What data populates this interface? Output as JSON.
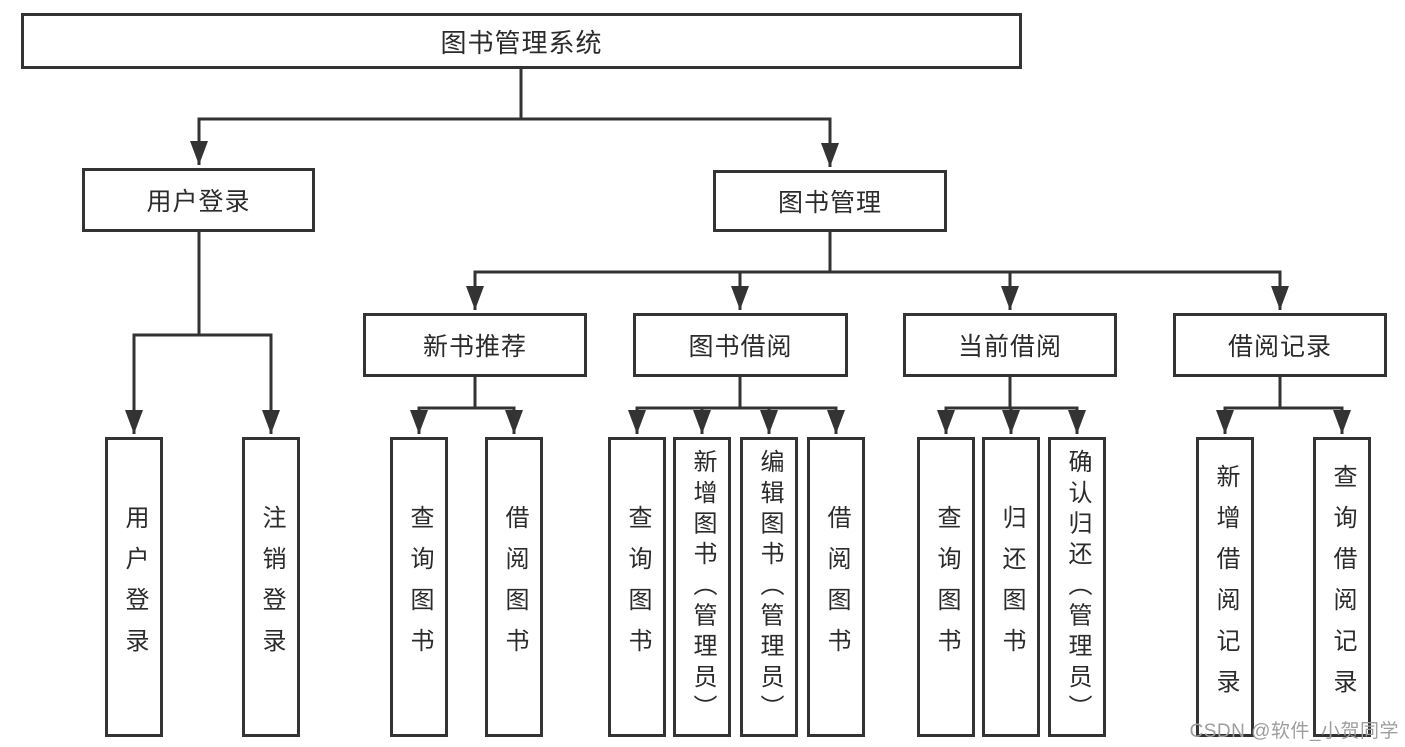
{
  "diagram": {
    "root": {
      "label": "图书管理系统"
    },
    "level2": [
      {
        "label": "用户登录"
      },
      {
        "label": "图书管理"
      }
    ],
    "level3": [
      {
        "label": "新书推荐"
      },
      {
        "label": "图书借阅"
      },
      {
        "label": "当前借阅"
      },
      {
        "label": "借阅记录"
      }
    ],
    "leaves": [
      {
        "label": "用户登录"
      },
      {
        "label": "注销登录"
      },
      {
        "label": "查询图书"
      },
      {
        "label": "借阅图书"
      },
      {
        "label": "查询图书"
      },
      {
        "label": "新增图书（管理员）"
      },
      {
        "label": "编辑图书（管理员）"
      },
      {
        "label": "借阅图书"
      },
      {
        "label": "查询图书"
      },
      {
        "label": "归还图书"
      },
      {
        "label": "确认归还（管理员）"
      },
      {
        "label": "新增借阅记录"
      },
      {
        "label": "查询借阅记录"
      }
    ]
  },
  "watermark": {
    "text": "CSDN @软件_小贺同学"
  },
  "colors": {
    "line": "#333333",
    "box_border": "#333333",
    "text": "#2b2b2b",
    "watermark": "#9e9e9e",
    "background": "#ffffff"
  }
}
